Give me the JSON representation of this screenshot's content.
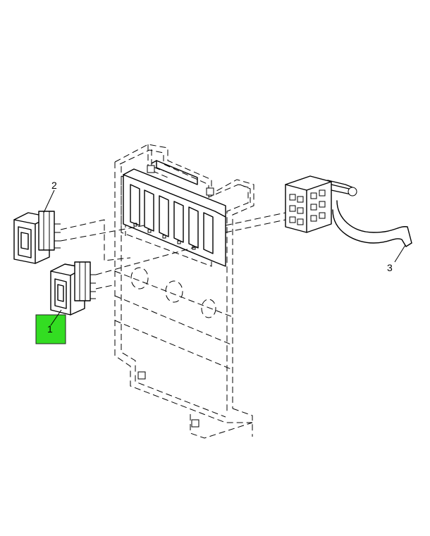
{
  "callouts": [
    {
      "id": "1",
      "label": "1",
      "highlighted": true
    },
    {
      "id": "2",
      "label": "2",
      "highlighted": false
    },
    {
      "id": "3",
      "label": "3",
      "highlighted": false
    }
  ],
  "colors": {
    "highlight": "#33dd22",
    "line": "#000000",
    "background": "#ffffff"
  }
}
